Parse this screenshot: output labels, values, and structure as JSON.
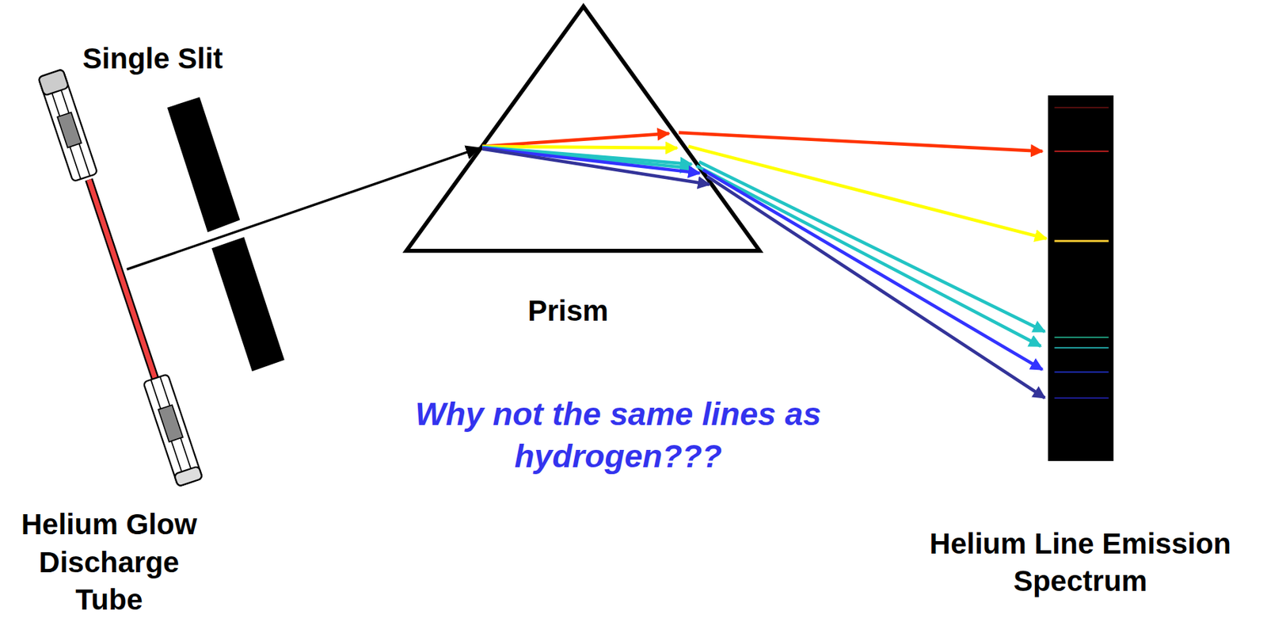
{
  "diagram": {
    "labels": [
      "Single Slit",
      "Prism",
      "Why not the same lines as hydrogen???",
      "Helium Glow Discharge Tube",
      "Helium Line Emission Spectrum"
    ]
  }
}
